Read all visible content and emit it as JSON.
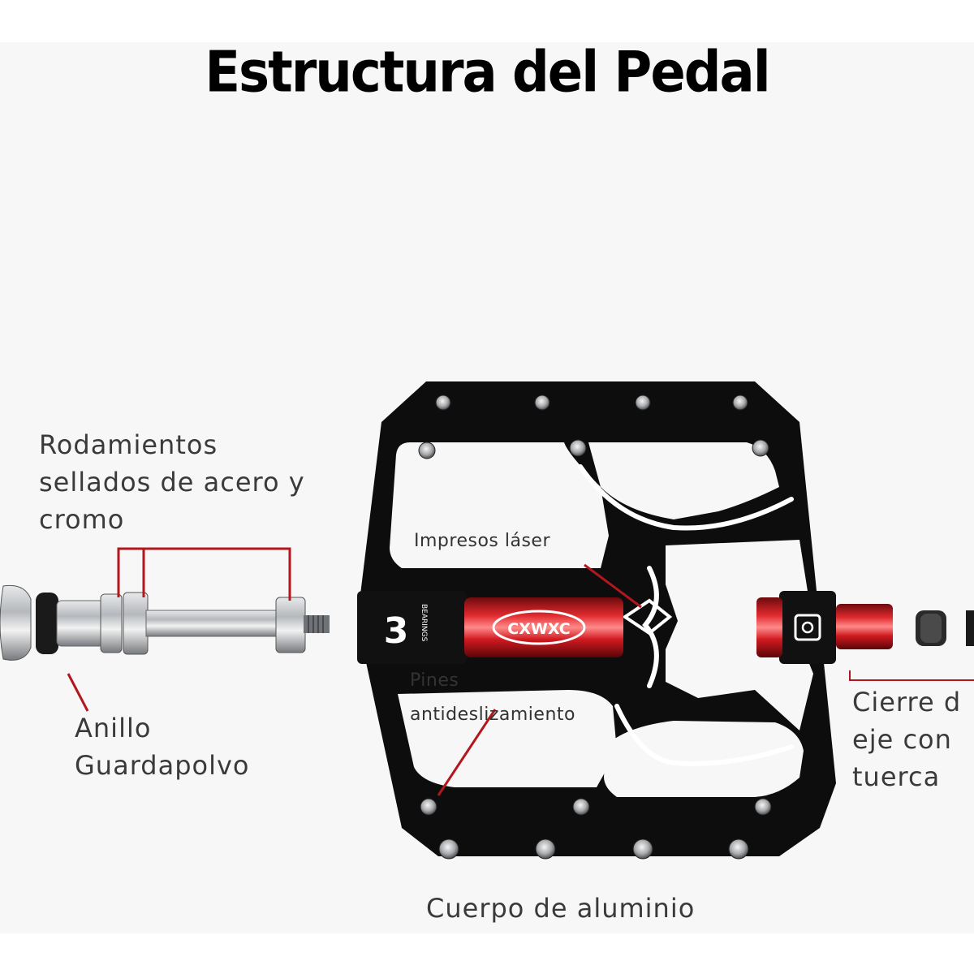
{
  "title": "Estructura del Pedal",
  "labels": {
    "bearings": [
      "Rodamientos",
      "sellados de acero y",
      "cromo"
    ],
    "dust_ring": [
      "Anillo",
      "Guardapolvo"
    ],
    "laser": "Impresos láser",
    "pins": [
      "Pines",
      "antideslizamiento"
    ],
    "axle_lock": [
      "Cierre d",
      "eje con",
      "tuerca"
    ],
    "body": "Cuerpo de aluminio"
  },
  "brand": {
    "logo_text": "CXWXC",
    "bearing_mark": "3",
    "bearing_word": "BEARINGS"
  },
  "colors": {
    "pedal_body": "#0d0d0d",
    "axle_red": "#c8121a",
    "callout_red": "#b3171e",
    "steel": "#b9bcc0"
  }
}
